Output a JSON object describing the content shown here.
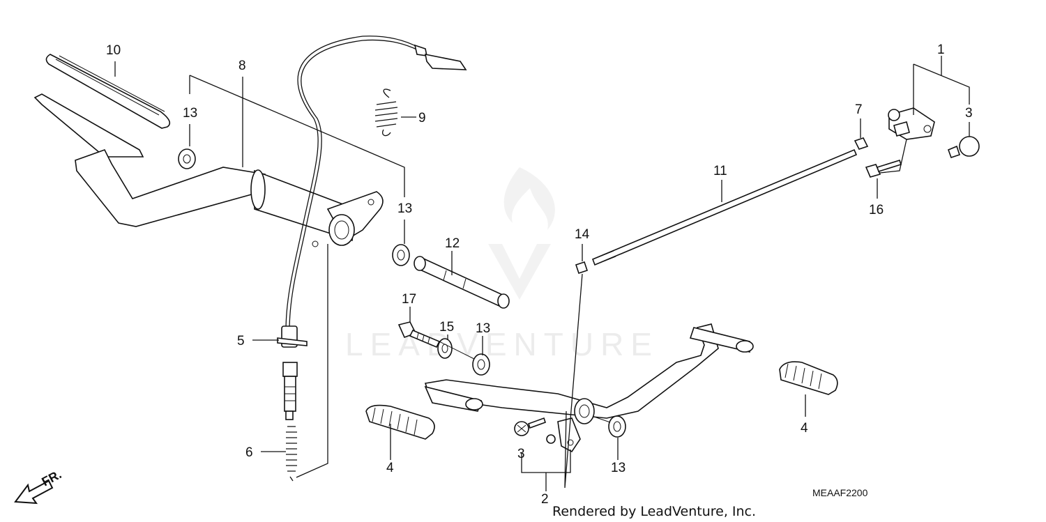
{
  "diagram": {
    "callouts": [
      {
        "id": "c10",
        "text": "10"
      },
      {
        "id": "c8",
        "text": "8"
      },
      {
        "id": "c13a",
        "text": "13"
      },
      {
        "id": "c9",
        "text": "9"
      },
      {
        "id": "c13b",
        "text": "13"
      },
      {
        "id": "c12",
        "text": "12"
      },
      {
        "id": "c5",
        "text": "5"
      },
      {
        "id": "c6",
        "text": "6"
      },
      {
        "id": "c17",
        "text": "17"
      },
      {
        "id": "c15",
        "text": "15"
      },
      {
        "id": "c13c",
        "text": "13"
      },
      {
        "id": "c4a",
        "text": "4"
      },
      {
        "id": "c3b",
        "text": "3"
      },
      {
        "id": "c2",
        "text": "2"
      },
      {
        "id": "c13d",
        "text": "13"
      },
      {
        "id": "c14",
        "text": "14"
      },
      {
        "id": "c11",
        "text": "11"
      },
      {
        "id": "c7",
        "text": "7"
      },
      {
        "id": "c1",
        "text": "1"
      },
      {
        "id": "c3a",
        "text": "3"
      },
      {
        "id": "c16",
        "text": "16"
      },
      {
        "id": "c4b",
        "text": "4"
      }
    ],
    "front_indicator": "FR.",
    "diagram_code": "MEAAF2200",
    "credit": "Rendered by LeadVenture, Inc.",
    "watermark": "LEADVENTURE"
  }
}
